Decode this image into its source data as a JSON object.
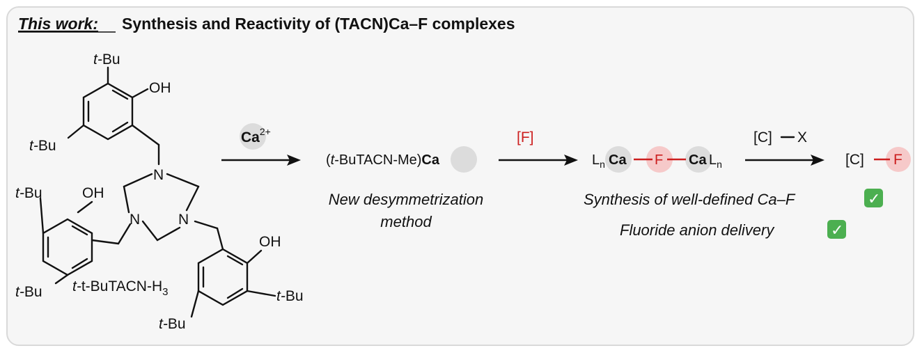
{
  "header": {
    "prefix": "This work:",
    "title": "Synthesis and Reactivity of (TACN)Ca–F complexes"
  },
  "ligand": {
    "name_main": "t-BuTACN-H",
    "name_sub": "3",
    "n_label": "N",
    "oh_label": "OH",
    "tbu_label": "Bu",
    "tbu_prefix": "t-"
  },
  "step1": {
    "reagent": "Ca",
    "reagent_charge": "2+",
    "product_prefix": "(",
    "product_t": "t",
    "product_mid": "-BuTACN-Me)",
    "product_metal": "Ca",
    "caption_line1": "New desymmetrization",
    "caption_line2": "method"
  },
  "step2": {
    "reagent": "[F]",
    "product_L1": "L",
    "product_n1": "n",
    "product_Ca1": "Ca",
    "product_F": "F",
    "product_Ca2": "Ca",
    "product_L2": "L",
    "product_n2": "n",
    "caption_line1": "Synthesis of well-defined Ca–F",
    "caption_line2": "Fluoride anion delivery",
    "check_mark": "✓"
  },
  "step3": {
    "reagent_C": "[C]",
    "reagent_X": "X",
    "product_C": "[C]",
    "product_F": "F"
  },
  "colors": {
    "accent_red": "#cc1f1f",
    "highlight_grey": "#dcdcdc",
    "highlight_red": "#f6c9c9",
    "check_green": "#4caf50"
  }
}
